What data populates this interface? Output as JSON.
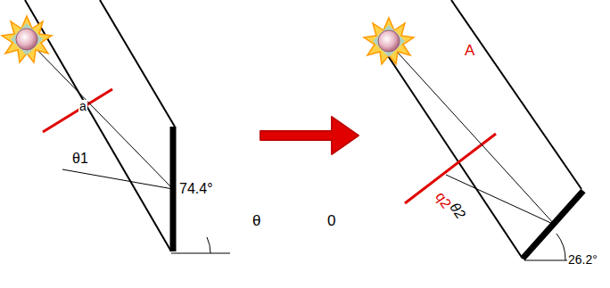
{
  "diagram": {
    "labels": [
      "a",
      "θ1",
      "74.4°",
      "θ",
      "0",
      "A",
      "q2",
      "θ2",
      "26.2°"
    ]
  }
}
